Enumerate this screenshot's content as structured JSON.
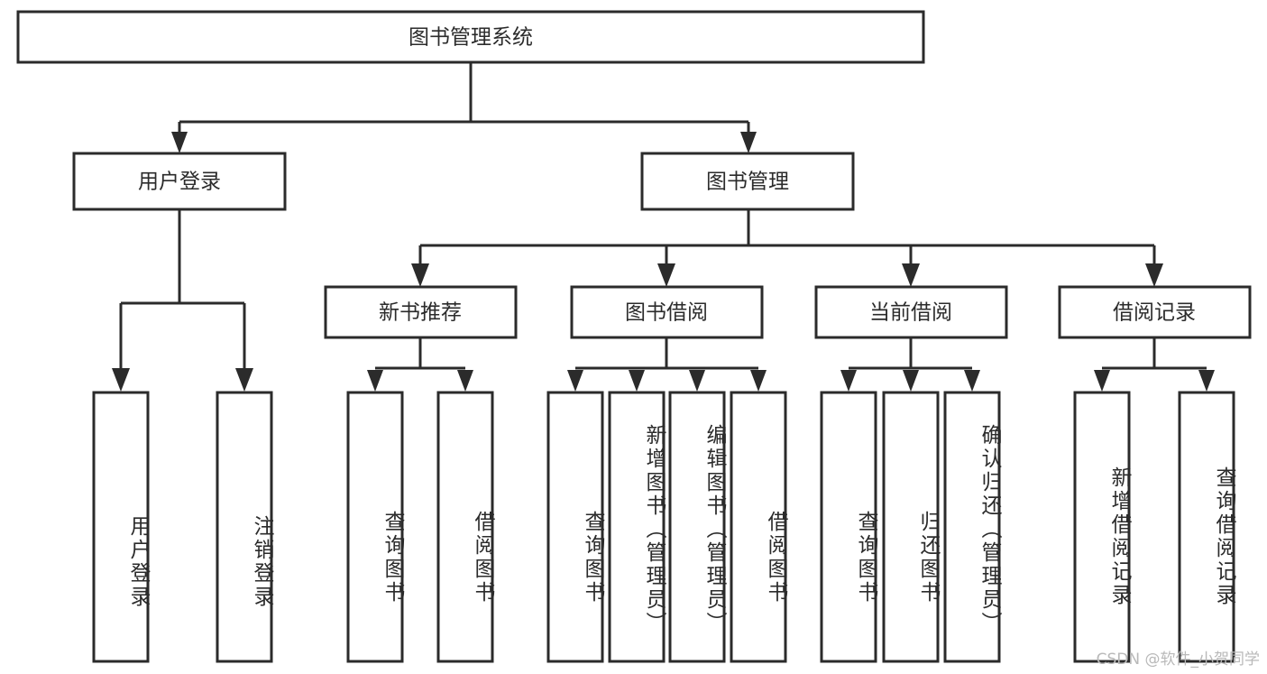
{
  "diagram": {
    "title": "图书管理系统",
    "type": "hierarchy-tree",
    "watermark": "CSDN @软件_小贺同学",
    "colors": {
      "background": "#ffffff",
      "box_stroke": "#2b2b2b",
      "box_fill": "#ffffff",
      "text": "#2b2b2b",
      "connector": "#2b2b2b",
      "watermark": "#b9b9b9"
    },
    "root": {
      "id": "root",
      "label": "图书管理系统"
    },
    "level2": [
      {
        "id": "user-login",
        "label": "用户登录"
      },
      {
        "id": "book-manage",
        "label": "图书管理"
      }
    ],
    "level3": [
      {
        "id": "new-book-recommend",
        "label": "新书推荐"
      },
      {
        "id": "book-borrow",
        "label": "图书借阅"
      },
      {
        "id": "current-borrow",
        "label": "当前借阅"
      },
      {
        "id": "borrow-record",
        "label": "借阅记录"
      }
    ],
    "leaves": [
      {
        "id": "leaf-user-login",
        "label": "用户登录",
        "parent": "user-login"
      },
      {
        "id": "leaf-logout-login",
        "label": "注销登录",
        "parent": "user-login"
      },
      {
        "id": "leaf-query-book-1",
        "label": "查询图书",
        "parent": "new-book-recommend"
      },
      {
        "id": "leaf-borrow-book-1",
        "label": "借阅图书",
        "parent": "new-book-recommend"
      },
      {
        "id": "leaf-query-book-2",
        "label": "查询图书",
        "parent": "book-borrow"
      },
      {
        "id": "leaf-add-book-admin",
        "label": "新增图书（管理员）",
        "parent": "book-borrow"
      },
      {
        "id": "leaf-edit-book-admin",
        "label": "编辑图书（管理员）",
        "parent": "book-borrow"
      },
      {
        "id": "leaf-borrow-book-2",
        "label": "借阅图书",
        "parent": "book-borrow"
      },
      {
        "id": "leaf-query-book-3",
        "label": "查询图书",
        "parent": "current-borrow"
      },
      {
        "id": "leaf-return-book",
        "label": "归还图书",
        "parent": "current-borrow"
      },
      {
        "id": "leaf-confirm-return-admin",
        "label": "确认归还（管理员）",
        "parent": "current-borrow"
      },
      {
        "id": "leaf-add-borrow-record",
        "label": "新增借阅记录",
        "parent": "borrow-record"
      },
      {
        "id": "leaf-query-borrow-record",
        "label": "查询借阅记录",
        "parent": "borrow-record"
      }
    ]
  }
}
